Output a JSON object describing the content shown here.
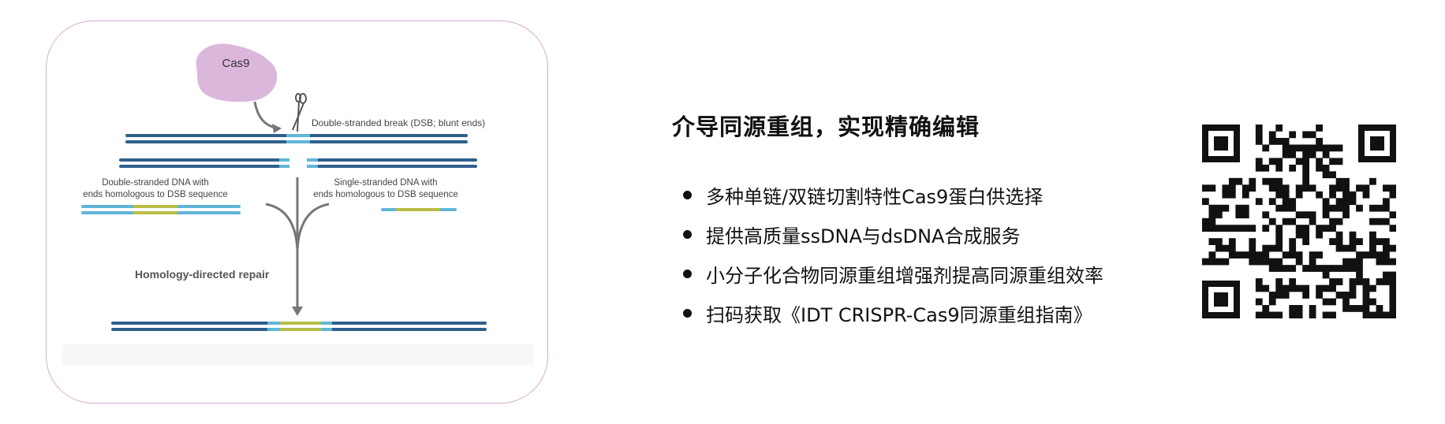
{
  "diagram": {
    "enzyme_label": "Cas9",
    "break_label": "Double-stranded break (DSB; blunt ends)",
    "ds_donor_label_line1": "Double-stranded DNA with",
    "ds_donor_label_line2": "ends homologous to DSB sequence",
    "ss_donor_label_line1": "Single-stranded DNA with",
    "ss_donor_label_line2": "ends homologous to DSB sequence",
    "repair_label": "Homology-directed repair"
  },
  "promo": {
    "title": "介导同源重组，实现精确编辑",
    "bullets": [
      "多种单链/双链切割特性Cas9蛋白供选择",
      "提供高质量ssDNA与dsDNA合成服务",
      "小分子化合物同源重组增强剂提高同源重组效率",
      "扫码获取《IDT CRISPR-Cas9同源重组指南》"
    ]
  },
  "colors": {
    "dark_strand": "#2f5f8c",
    "light_strand": "#5fb6d8",
    "donor_insert": "#b9bd46",
    "cas9_fill": "#dbb7dc",
    "arrow_gray": "#777777",
    "card_border": "#d9a9d2"
  },
  "icons": {
    "scissors": "scissors-icon",
    "qr": "qr-code-icon"
  }
}
